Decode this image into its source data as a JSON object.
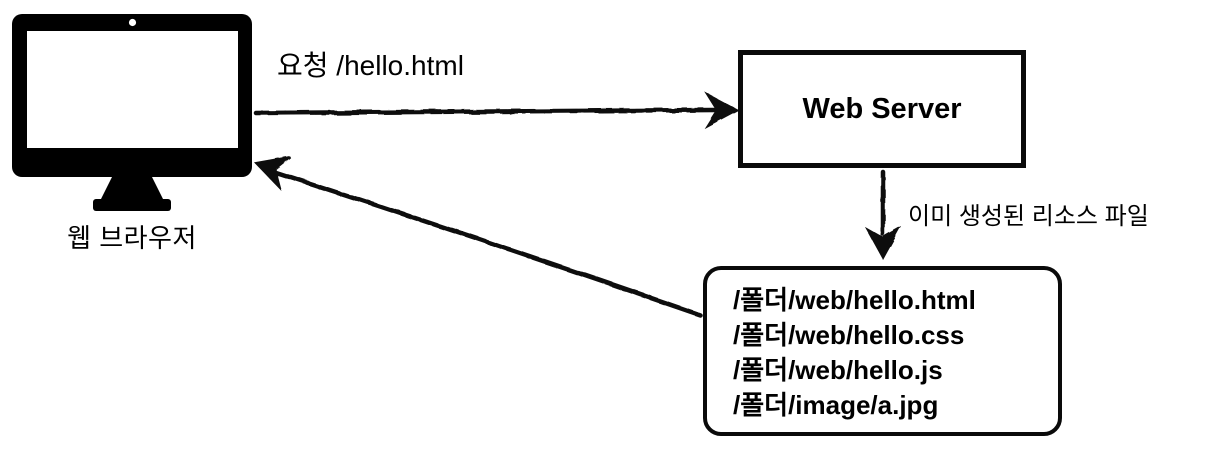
{
  "diagram": {
    "browser": {
      "label": "웹 브라우저"
    },
    "request_arrow": {
      "label": "요청 /hello.html"
    },
    "web_server": {
      "label": "Web Server"
    },
    "resource_flow_arrow": {
      "label": "이미 생성된 리소스 파일"
    },
    "resource_files": {
      "items": [
        "/폴더/web/hello.html",
        "/폴더/web/hello.css",
        "/폴더/web/hello.js",
        "/폴더/image/a.jpg"
      ]
    },
    "colors": {
      "ink": "#000000",
      "background": "#ffffff"
    }
  }
}
